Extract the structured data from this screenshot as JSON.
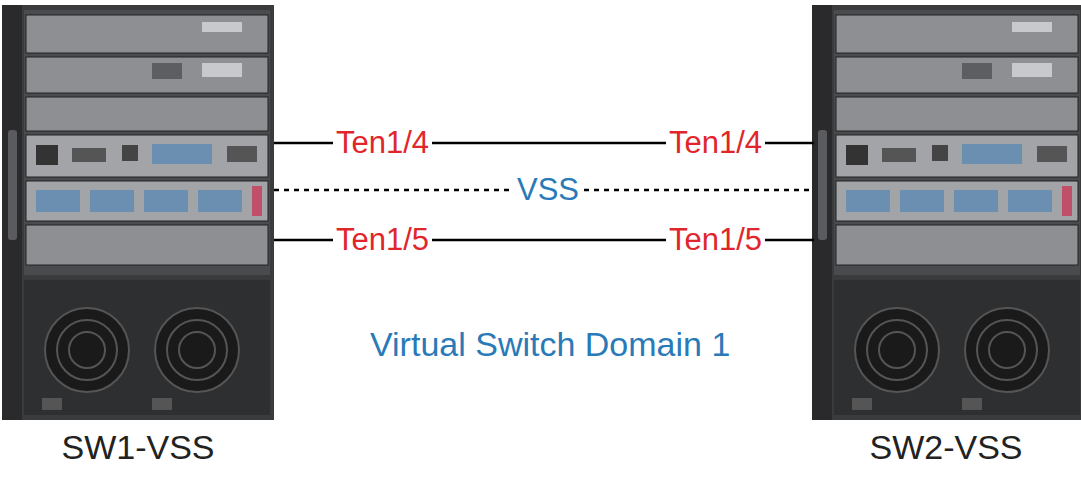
{
  "diagram": {
    "nodes": [
      {
        "text": [
          "SW1-VSS"
        ]
      },
      {
        "text": [
          "SW2-VSS"
        ]
      }
    ],
    "edges": [
      {
        "from": 0,
        "to": 1,
        "arrow": "none"
      },
      {
        "from": 0,
        "to": 1,
        "label": "VSS",
        "arrow": "none"
      },
      {
        "from": 0,
        "to": 1,
        "arrow": "none"
      }
    ],
    "labels": [
      "Ten1/4",
      "Ten1/4",
      "Ten1/5",
      "Ten1/5",
      "Virtual Switch Domain 1"
    ]
  }
}
